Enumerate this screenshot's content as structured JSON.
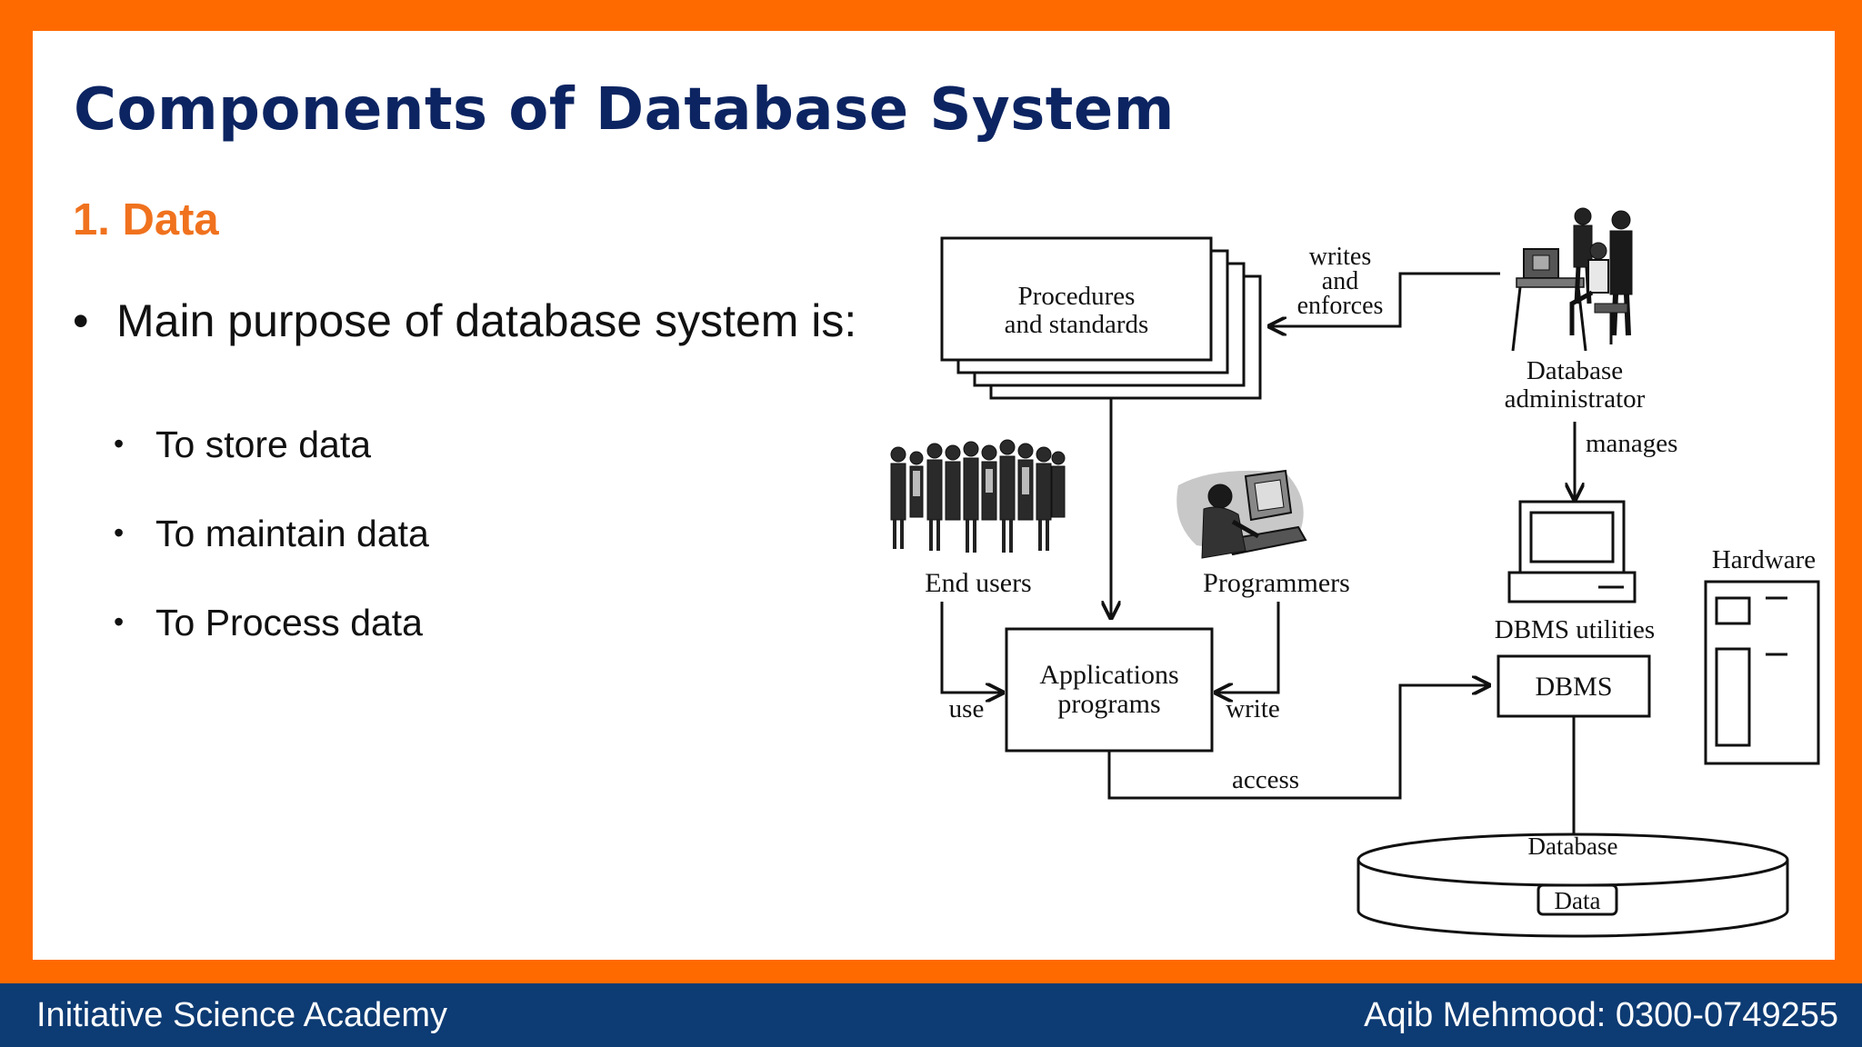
{
  "slide": {
    "title": "Components of Database System",
    "subtitle": "1. Data",
    "main_bullet": "Main purpose of database system is:",
    "sub_bullets": [
      "To store data",
      "To maintain data",
      "To Process data"
    ],
    "bullet_glyph": "•"
  },
  "diagram": {
    "procedures": [
      "Procedures",
      "and standards"
    ],
    "writes_enforces": [
      "writes",
      "and",
      "enforces"
    ],
    "dba": [
      "Database",
      "administrator"
    ],
    "manages": "manages",
    "end_users": "End users",
    "programmers": "Programmers",
    "applications": [
      "Applications",
      "programs"
    ],
    "use": "use",
    "write": "write",
    "access": "access",
    "dbms_utilities": "DBMS utilities",
    "dbms": "DBMS",
    "hardware": "Hardware",
    "database": "Database",
    "data": "Data"
  },
  "footer": {
    "left": "Initiative Science Academy",
    "right": "Aqib Mehmood: 0300-0749255"
  },
  "colors": {
    "frame_orange": "#ff6a00",
    "title_navy": "#0c2461",
    "subtitle_orange": "#f0721e",
    "footer_blue": "#0d3b73"
  }
}
